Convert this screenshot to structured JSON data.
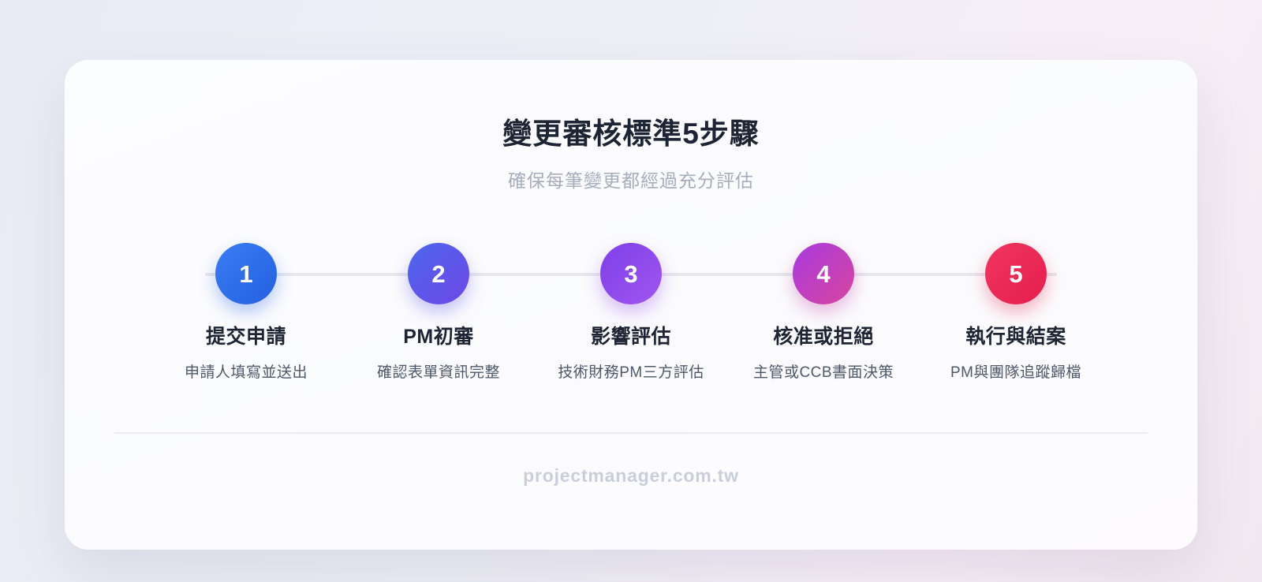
{
  "header": {
    "title": "變更審核標準5步驟",
    "subtitle": "確保每筆變更都經過充分評估"
  },
  "steps": [
    {
      "number": "1",
      "title": "提交申請",
      "desc": "申請人填寫並送出",
      "gradient": {
        "from": "#3b7cf2",
        "to": "#2360e0"
      },
      "shadow": "rgba(42, 103, 229, 0.35)"
    },
    {
      "number": "2",
      "title": "PM初審",
      "desc": "確認表單資訊完整",
      "gradient": {
        "from": "#4b67ec",
        "to": "#6f47e6"
      },
      "shadow": "rgba(95, 84, 233, 0.35)"
    },
    {
      "number": "3",
      "title": "影響評估",
      "desc": "技術財務PM三方評估",
      "gradient": {
        "from": "#7d40e7",
        "to": "#a155f0"
      },
      "shadow": "rgba(143, 73, 235, 0.35)"
    },
    {
      "number": "4",
      "title": "核准或拒絕",
      "desc": "主管或CCB書面決策",
      "gradient": {
        "from": "#a83ae0",
        "to": "#d8459d"
      },
      "shadow": "rgba(192, 63, 170, 0.35)"
    },
    {
      "number": "5",
      "title": "執行與結案",
      "desc": "PM與團隊追蹤歸檔",
      "gradient": {
        "from": "#f0365f",
        "to": "#e51e4d"
      },
      "shadow": "rgba(233, 41, 84, 0.35)"
    }
  ],
  "footer": {
    "watermark": "projectmanager.com.tw"
  },
  "colors": {
    "connector_line": "#e7e7ec",
    "title_text": "#1d2433",
    "subtitle_text": "#a6adbb",
    "desc_text": "#4d586a",
    "watermark_text": "#c9cfda",
    "card_background": "#fcfdfe"
  }
}
